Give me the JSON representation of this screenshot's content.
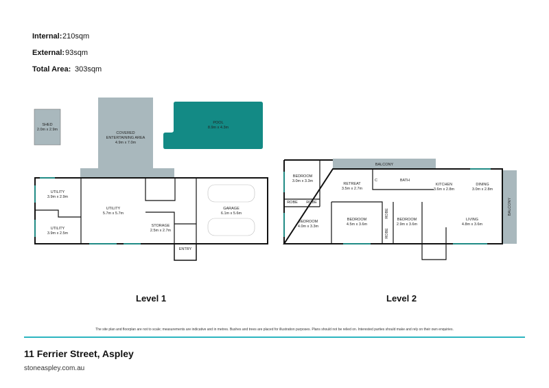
{
  "areas": [
    {
      "label": "Internal:",
      "value": "210sqm"
    },
    {
      "label": "External:",
      "value": "93sqm"
    },
    {
      "label": "Total Area:",
      "value": "303sqm"
    }
  ],
  "colors": {
    "outdoor": "#a9b8bd",
    "pool": "#138a85",
    "wall": "#111111",
    "window": "#1f8a84",
    "rule": "#2bb5c0"
  },
  "level1": {
    "title": "Level 1",
    "shed": {
      "name": "SHED",
      "size": "2.0m x 2.9m"
    },
    "covered": {
      "name1": "COVERED",
      "name2": "ENTERTAINING AREA",
      "size": "4.9m x 7.0m"
    },
    "pool": {
      "name": "POOL",
      "size": "8.9m x 4.3m"
    },
    "utility_a": {
      "name": "UTILITY",
      "size": "3.9m x 2.9m"
    },
    "utility_b": {
      "name": "UTILITY",
      "size": "3.9m x 2.5m"
    },
    "utility_c": {
      "name": "UTILITY",
      "size": "5.7m x 5.7m"
    },
    "storage": {
      "name": "STORAGE",
      "size": "2.5m x 2.7m"
    },
    "garage": {
      "name": "GARAGE",
      "size": "6.1m x 5.6m"
    },
    "entry": {
      "name": "ENTRY"
    }
  },
  "level2": {
    "title": "Level 2",
    "balcony_top": "BALCONY",
    "balcony_side": "BALCONY",
    "bed1": {
      "name": "BEDROOM",
      "size": "3.0m x 3.3m"
    },
    "bed2": {
      "name": "BEDROOM",
      "size": "4.0m x 3.3m"
    },
    "bed3": {
      "name": "BEDROOM",
      "size": "4.5m x 3.6m"
    },
    "bed4": {
      "name": "BEDROOM",
      "size": "2.9m x 3.6m"
    },
    "retreat": {
      "name": "RETREAT",
      "size": "3.5m x 2.7m"
    },
    "bath": {
      "name": "BATH"
    },
    "cupboard": "C",
    "kitchen": {
      "name": "KITCHEN",
      "size": "3.6m x 2.8m"
    },
    "dining": {
      "name": "DINING",
      "size": "3.0m x 2.8m"
    },
    "living": {
      "name": "LIVING",
      "size": "4.8m x 3.6m"
    },
    "robe": "ROBE"
  },
  "disclaimer": "The site plan and floorplan are not to scale; measurements are indicative and in metres. Bushes and trees are placed for illustration purposes. Plans should not be relied on. Interested parties should make and rely on their own enquiries.",
  "address": "11 Ferrier Street, Aspley",
  "website": "stoneaspley.com.au"
}
